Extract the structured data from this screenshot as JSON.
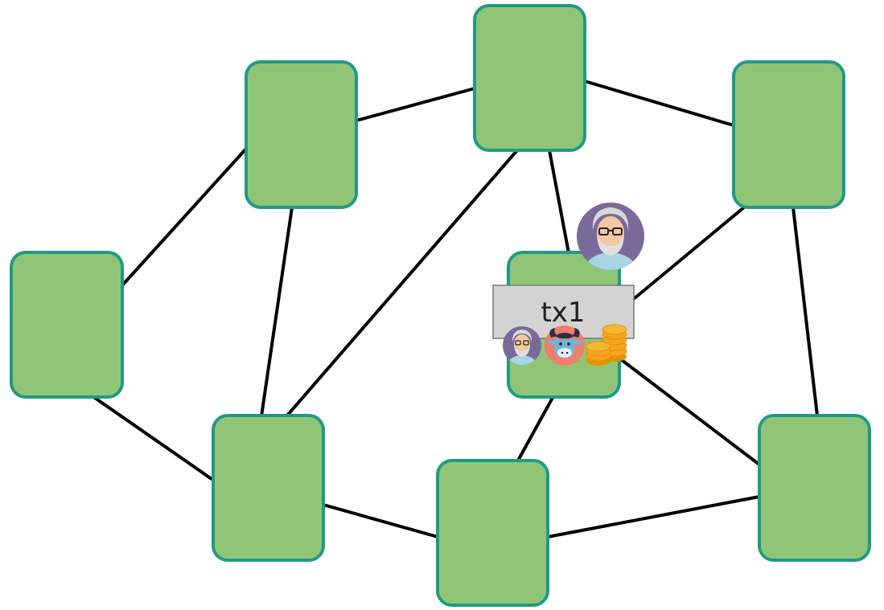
{
  "diagram": {
    "nodes": [
      {
        "id": "node-top-left"
      },
      {
        "id": "node-top-center"
      },
      {
        "id": "node-top-right"
      },
      {
        "id": "node-left"
      },
      {
        "id": "node-center-tx"
      },
      {
        "id": "node-bottom-left"
      },
      {
        "id": "node-bottom-center"
      },
      {
        "id": "node-bottom-right"
      }
    ],
    "transaction": {
      "label": "tx1"
    },
    "icons": {
      "sender": "elderly-man-avatar-icon",
      "sender_small": "elderly-man-avatar-icon",
      "asset": "bull-token-icon",
      "coins": "coin-stacks-icon"
    },
    "colors": {
      "node_fill": "#90c578",
      "node_border": "#1f9a85",
      "edge": "#000000",
      "tx_box": "#d3d3d3",
      "avatar_bg": "#7a6a9a",
      "bull_bg": "#f07d6e",
      "coin": "#f5a623"
    }
  }
}
